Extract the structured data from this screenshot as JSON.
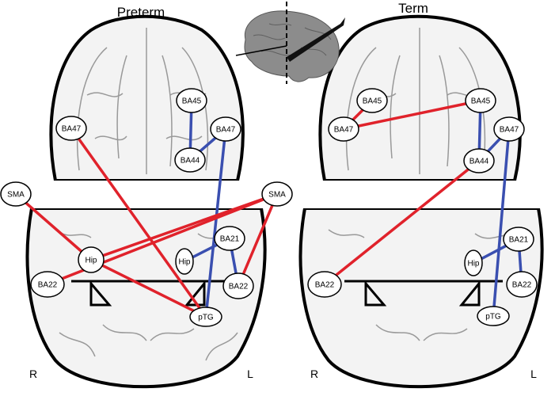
{
  "panels": [
    {
      "id": "preterm",
      "title": "Preterm",
      "right_label": "R",
      "left_label": "L",
      "nodes": [
        {
          "id": "BA47R",
          "label": "BA47"
        },
        {
          "id": "BA45L",
          "label": "BA45"
        },
        {
          "id": "BA47L",
          "label": "BA47"
        },
        {
          "id": "BA44L",
          "label": "BA44"
        },
        {
          "id": "SMAR",
          "label": "SMA"
        },
        {
          "id": "SMAL",
          "label": "SMA"
        },
        {
          "id": "HipR",
          "label": "Hip"
        },
        {
          "id": "HipL",
          "label": "Hip"
        },
        {
          "id": "BA21L",
          "label": "BA21"
        },
        {
          "id": "BA22R",
          "label": "BA22"
        },
        {
          "id": "BA22L",
          "label": "BA22"
        },
        {
          "id": "pTGL",
          "label": "pTG"
        }
      ],
      "edges": [
        {
          "from": "BA45L",
          "to": "BA44L",
          "color": "blue"
        },
        {
          "from": "BA47L",
          "to": "BA44L",
          "color": "blue"
        },
        {
          "from": "BA47L",
          "to": "pTGL",
          "color": "blue"
        },
        {
          "from": "HipL",
          "to": "BA21L",
          "color": "blue"
        },
        {
          "from": "BA21L",
          "to": "BA22L",
          "color": "blue"
        },
        {
          "from": "BA47R",
          "to": "pTGL",
          "color": "red"
        },
        {
          "from": "SMAR",
          "to": "HipR",
          "color": "red"
        },
        {
          "from": "SMAL",
          "to": "HipR",
          "color": "red"
        },
        {
          "from": "SMAL",
          "to": "BA22R",
          "color": "red"
        },
        {
          "from": "SMAL",
          "to": "BA22L",
          "color": "red"
        },
        {
          "from": "HipR",
          "to": "pTGL",
          "color": "red"
        }
      ]
    },
    {
      "id": "term",
      "title": "Term",
      "right_label": "R",
      "left_label": "L",
      "nodes": [
        {
          "id": "BA45R",
          "label": "BA45"
        },
        {
          "id": "BA47R",
          "label": "BA47"
        },
        {
          "id": "BA45L",
          "label": "BA45"
        },
        {
          "id": "BA47L",
          "label": "BA47"
        },
        {
          "id": "BA44L",
          "label": "BA44"
        },
        {
          "id": "HipL",
          "label": "Hip"
        },
        {
          "id": "BA21L",
          "label": "BA21"
        },
        {
          "id": "BA22R",
          "label": "BA22"
        },
        {
          "id": "BA22L",
          "label": "BA22"
        },
        {
          "id": "pTGL",
          "label": "pTG"
        }
      ],
      "edges": [
        {
          "from": "BA45R",
          "to": "BA47R",
          "color": "red"
        },
        {
          "from": "BA47R",
          "to": "BA45L",
          "color": "red"
        },
        {
          "from": "BA44L",
          "to": "BA22R",
          "color": "red"
        },
        {
          "from": "BA45L",
          "to": "BA44L",
          "color": "blue"
        },
        {
          "from": "BA47L",
          "to": "BA44L",
          "color": "blue"
        },
        {
          "from": "BA47L",
          "to": "pTGL",
          "color": "blue"
        },
        {
          "from": "HipL",
          "to": "BA21L",
          "color": "blue"
        },
        {
          "from": "BA21L",
          "to": "BA22L",
          "color": "blue"
        }
      ]
    }
  ],
  "colors": {
    "red": "#e0222b",
    "blue": "#3a4fb0",
    "outline": "#000000",
    "brain_fill": "#f3f3f3"
  },
  "inset_icon": "brain-3d-sagittal-icon"
}
